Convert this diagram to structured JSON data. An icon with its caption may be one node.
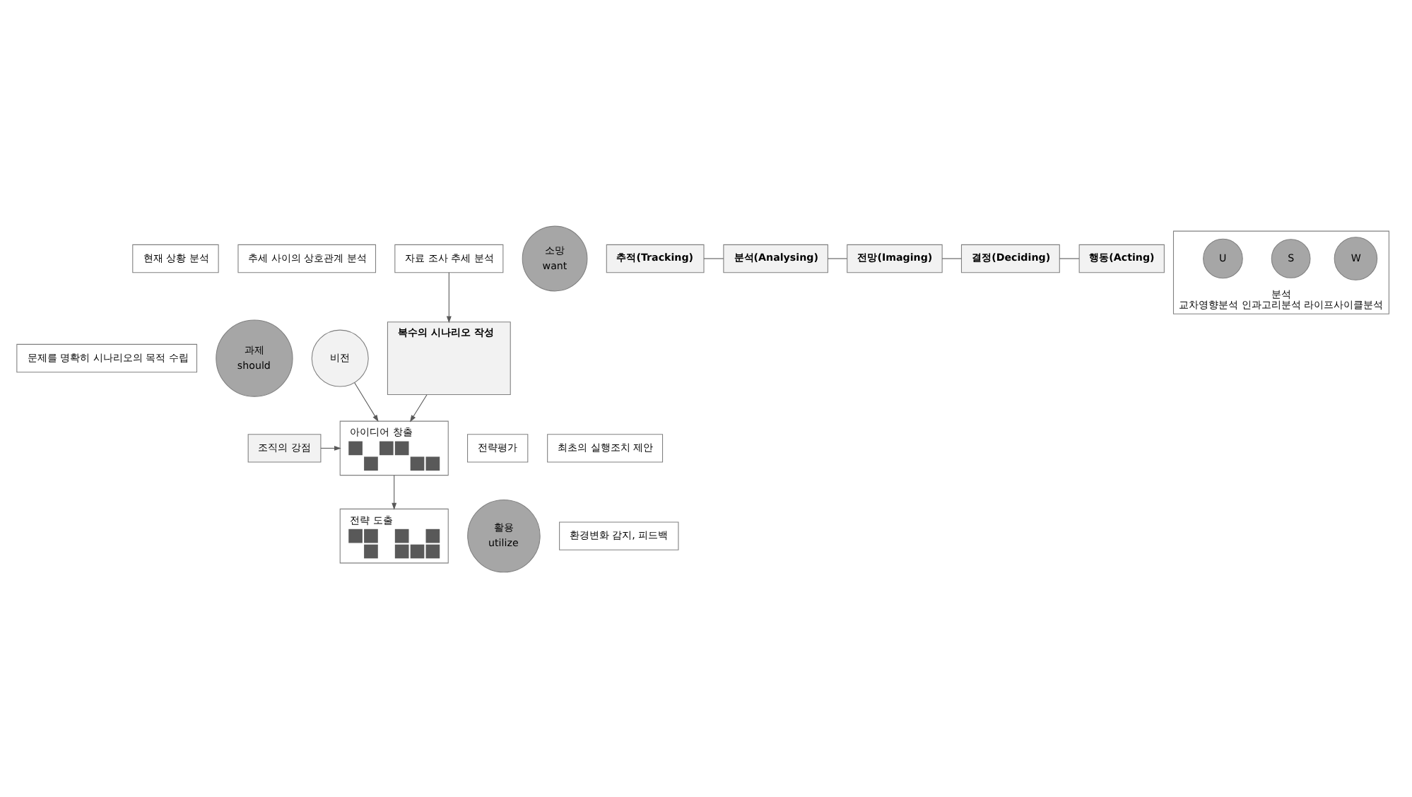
{
  "diagram": {
    "nodes": [
      {
        "text": [
          "현재 상황 분석"
        ]
      },
      {
        "text": [
          "추세 사이의 상호관계 분석"
        ]
      },
      {
        "text": [
          "문제를 명확히 시나리오의 목적 수립"
        ]
      },
      {
        "text": [
          "과제",
          "should"
        ]
      },
      {
        "text": [
          "복수의 시나리오 작성"
        ]
      },
      {
        "text": [
          "자료 조사 추세 분석"
        ]
      },
      {
        "text": [
          "소망",
          "want"
        ]
      },
      {
        "text": [
          "비전"
        ]
      },
      {
        "text": [
          "추적(Tracking)"
        ]
      },
      {
        "text": [
          "분석(Analysing)"
        ]
      },
      {
        "text": [
          "전망(Imaging)"
        ]
      },
      {
        "text": [
          "결정(Deciding)"
        ]
      },
      {
        "text": [
          "행동(Acting)"
        ]
      },
      {
        "text": [
          "아이디어 창출"
        ]
      },
      {
        "text": [
          "전략평가"
        ]
      },
      {
        "text": [
          "분석",
          "교차영향분석 인과고리분석 라이프사이클분석"
        ]
      },
      {
        "text": [
          "W"
        ],
        "in": 15
      },
      {
        "text": [
          "S"
        ],
        "in": 15
      },
      {
        "text": [
          "U"
        ],
        "in": 15
      },
      {
        "text": [
          "조직의 강점"
        ]
      },
      {
        "text": [
          "활용",
          "utilize"
        ]
      },
      {
        "text": [
          "최초의 실행조치 제안"
        ]
      },
      {
        "text": [
          "환경변화 감지, 피드백"
        ]
      },
      {
        "text": [
          "전략 도출"
        ]
      }
    ],
    "edges": [
      {
        "from": 5,
        "to": 4,
        "arrow": "to"
      },
      {
        "from": 4,
        "to": 13,
        "arrow": "to"
      },
      {
        "from": 7,
        "to": 13,
        "arrow": "to"
      },
      {
        "from": 8,
        "to": 9,
        "arrow": "none"
      },
      {
        "from": 9,
        "to": 10,
        "arrow": "none"
      },
      {
        "from": 10,
        "to": 11,
        "arrow": "none"
      },
      {
        "from": 11,
        "to": 12,
        "arrow": "none"
      },
      {
        "from": 19,
        "to": 13,
        "arrow": "to"
      },
      {
        "from": 13,
        "to": 23,
        "arrow": "to"
      }
    ]
  }
}
